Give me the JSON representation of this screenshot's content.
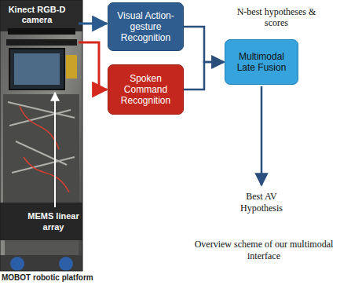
{
  "diagram": {
    "caption": "Overview scheme of our multimodal interface",
    "nodes": [
      {
        "text": [
          "Visual Action-gesture Recognition"
        ]
      },
      {
        "text": [
          "Spoken Command Recognition"
        ]
      },
      {
        "text": [
          "Multimodal Late Fusion"
        ]
      }
    ],
    "edges": [
      {
        "from": 0,
        "to": 2,
        "arrow": "to"
      },
      {
        "from": 1,
        "to": 2,
        "arrow": "to"
      }
    ],
    "labels": [
      "Kinect RGB-D camera",
      "MEMS linear array",
      "N-best hypotheses & scores",
      "Best AV Hypothesis",
      "MOBOT robotic platform"
    ]
  }
}
